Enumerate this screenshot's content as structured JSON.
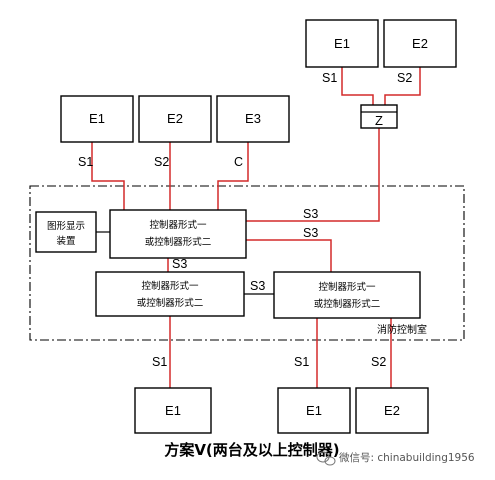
{
  "devices": {
    "top_right_e1": "E1",
    "top_right_e2": "E2",
    "top_left_e1": "E1",
    "top_left_e2": "E2",
    "top_left_e3": "E3",
    "bottom_e1_a": "E1",
    "bottom_e1_b": "E1",
    "bottom_e2": "E2",
    "z_module": "Z"
  },
  "signals": {
    "tr_s1": "S1",
    "tr_s2": "S2",
    "tl_s1": "S1",
    "tl_s2": "S2",
    "tl_c": "C",
    "s3_upper": "S3",
    "s3_lower": "S3",
    "s3_vertical": "S3",
    "s3_middle": "S3",
    "bot_s1_a": "S1",
    "bot_s1_b": "S1",
    "bot_s2": "S2"
  },
  "controllers": {
    "line1": "控制器形式一",
    "line2": "或控制器形式二"
  },
  "graphic_display": {
    "line1": "图形显示",
    "line2": "装置"
  },
  "fire_control_room": "消防控制室",
  "caption": "方案Ⅴ(两台及以上控制器)",
  "watermark": "微信号: chinabuilding1956"
}
